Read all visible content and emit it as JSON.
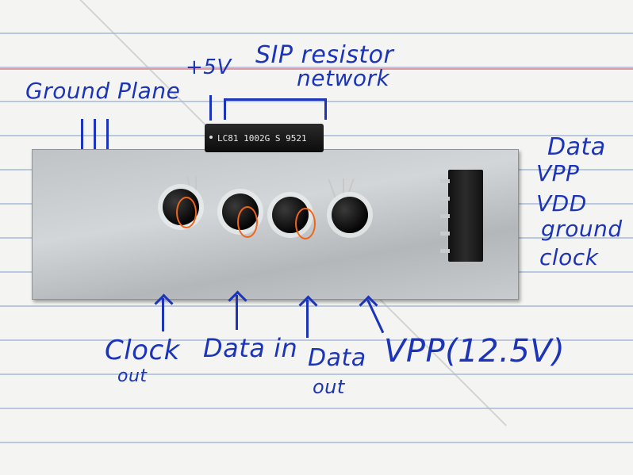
{
  "labels": {
    "ground_plane": "Ground Plane",
    "plus5v": "+5V",
    "sip_line1": "SIP resistor",
    "sip_line2": "network",
    "data": "Data",
    "vpp": "VPP",
    "vdd": "VDD",
    "ground": "ground",
    "clock": "clock",
    "clock_out_line1": "Clock",
    "clock_out_line2": "out",
    "data_in": "Data in",
    "data_out_line1": "Data",
    "data_out_line2": "out",
    "vpp_125": "VPP(12.5V)"
  },
  "components": {
    "sip_marking": "LC81 1002G S 9521"
  },
  "colors": {
    "ink": "#1c34b8",
    "highlight": "#f06418",
    "plate": "#c4c7ca"
  }
}
